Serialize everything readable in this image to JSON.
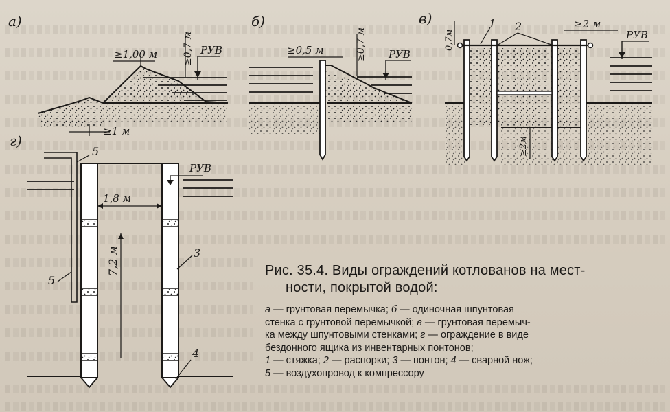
{
  "figure": {
    "caption_title_line1": "Рис. 35.4. Виды ограждений котлованов на мест-",
    "caption_title_line2": "ности, покрытой водой:",
    "legend": {
      "a_letter": "а",
      "a_text": " — грунтовая перемычка; ",
      "b_letter": "б",
      "b_text": " — одиночная шпунтовая",
      "line2": "стенка с грунтовой перемычкой; ",
      "v_letter": "в",
      "v_text": " — грунтовая перемыч-",
      "line3": "ка между шпунтовыми стенками; ",
      "g_letter": "г",
      "g_text": " — ограждение в виде",
      "line4": "бездонного ящика из инвентарных понтонов;",
      "n1": "1",
      "t1": " — стяжка; ",
      "n2": "2",
      "t2": " — распорки; ",
      "n3": "3",
      "t3": " — понтон; ",
      "n4": "4",
      "t4": " — сварной нож;",
      "n5": "5",
      "t5": " — воздухопровод к компрессору"
    },
    "diagram_labels": {
      "panel_a": "а)",
      "panel_b": "б)",
      "panel_v": "в)",
      "panel_g": "г)",
      "ruv": "РУВ",
      "a_crest": "≥1,00 м",
      "a_freeboard": "≥0,7 м",
      "a_toe": "≥1 м",
      "b_crest": "≥0,5 м",
      "b_freeboard": "≥0,7 м",
      "v_freeboard": "0,7м",
      "v_width": "≥2 м",
      "v_embed": "≥2м",
      "g_width": "1,8 м",
      "g_height": "7,2 м",
      "num1": "1",
      "num2": "2",
      "num3": "3",
      "num4": "4",
      "num5": "5"
    }
  }
}
